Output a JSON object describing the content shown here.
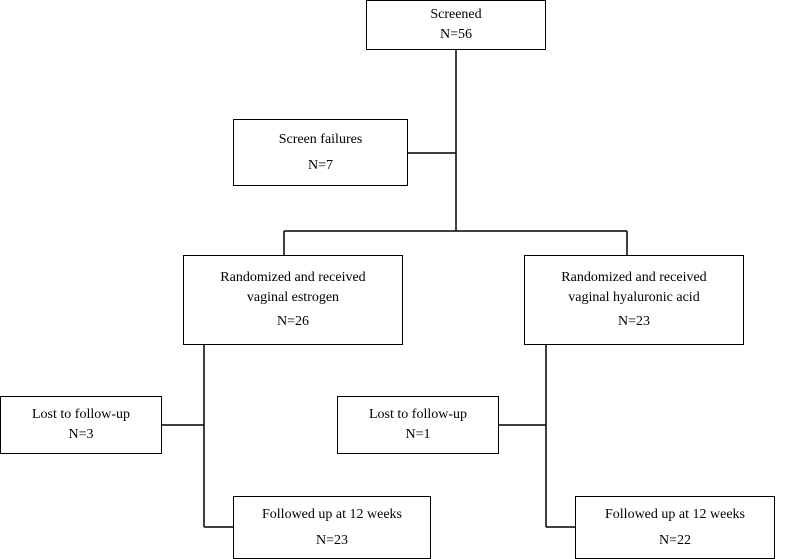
{
  "flowchart": {
    "screened": {
      "label": "Screened",
      "count": "N=56"
    },
    "screen_failures": {
      "label": "Screen failures",
      "count": "N=7"
    },
    "estrogen_arm": {
      "line1": "Randomized and received",
      "line2": "vaginal estrogen",
      "count": "N=26",
      "lost": {
        "label": "Lost to follow-up",
        "count": "N=3"
      },
      "followed": {
        "label": "Followed up at 12 weeks",
        "count": "N=23"
      }
    },
    "hyaluronic_arm": {
      "line1": "Randomized and received",
      "line2": "vaginal hyaluronic acid",
      "count": "N=23",
      "lost": {
        "label": "Lost to follow-up",
        "count": "N=1"
      },
      "followed": {
        "label": "Followed up at 12 weeks",
        "count": "N=22"
      }
    }
  },
  "colors": {
    "line": "#000000",
    "box_border": "#000000",
    "background": "#ffffff"
  }
}
